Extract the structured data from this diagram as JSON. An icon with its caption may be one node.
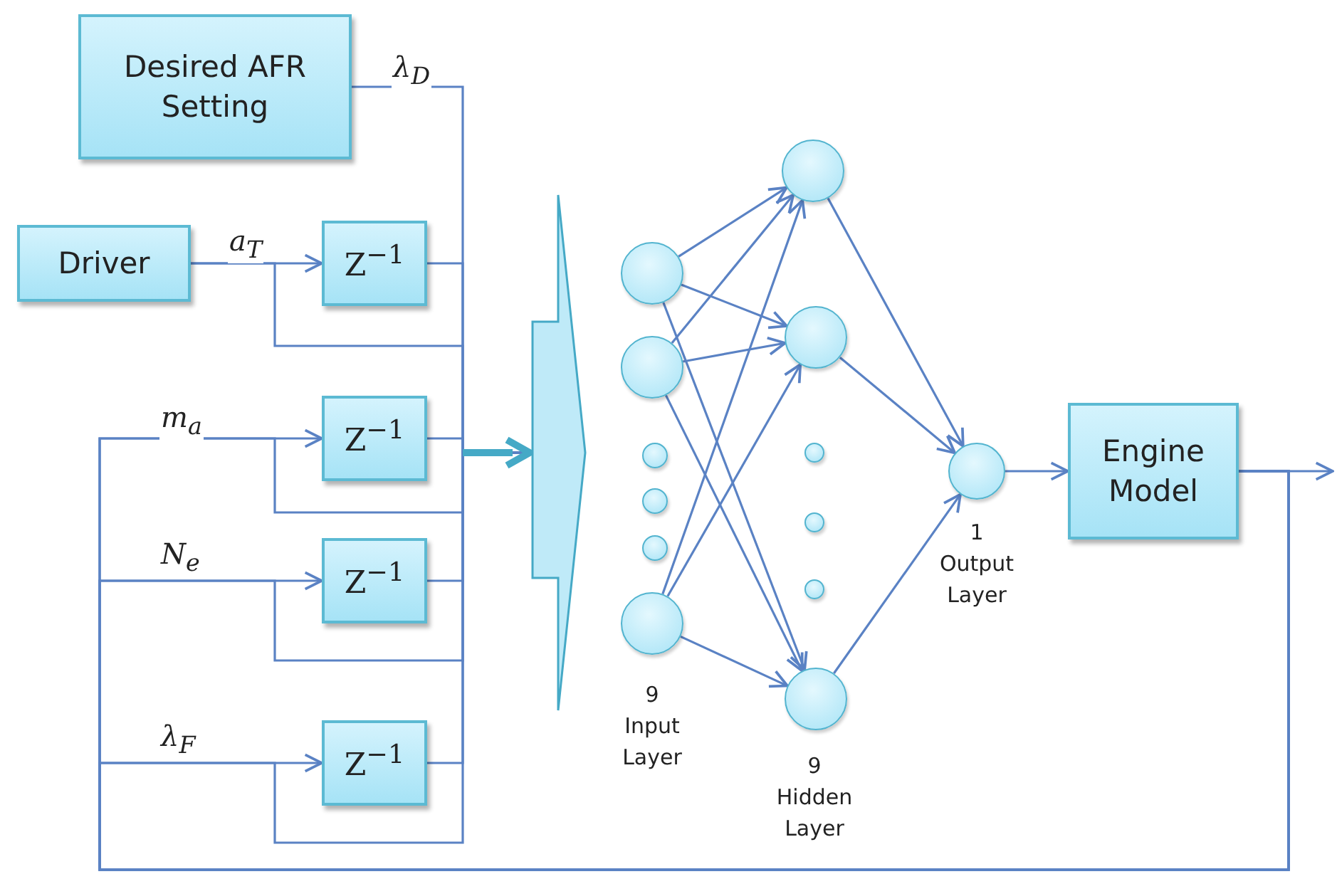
{
  "diagram": {
    "nodes": [
      {
        "text": [
          "Desired AFR Setting"
        ]
      },
      {
        "text": [
          "Driver"
        ]
      },
      {
        "text": [
          "Z$^{−1}$"
        ]
      },
      {
        "text": [
          "Z$^{−1}$"
        ]
      },
      {
        "text": [
          "Z$^{−1}$"
        ]
      },
      {
        "text": [
          "Z$^{−1}$"
        ]
      },
      {
        "text": [],
        "shape": "arrow"
      },
      {
        "text": [],
        "shape": "circle"
      },
      {
        "text": [],
        "shape": "circle"
      },
      {
        "text": [],
        "shape": "circle"
      },
      {
        "text": [],
        "shape": "circle"
      },
      {
        "text": [],
        "shape": "circle"
      },
      {
        "text": [],
        "shape": "circle"
      },
      {
        "text": [],
        "shape": "circle"
      },
      {
        "text": [],
        "shape": "circle"
      },
      {
        "text": [],
        "shape": "circle"
      },
      {
        "text": [],
        "shape": "circle"
      },
      {
        "text": [],
        "shape": "circle"
      },
      {
        "text": [],
        "shape": "circle"
      },
      {
        "text": [],
        "shape": "circle"
      },
      {
        "text": [
          "Engine Model"
        ]
      }
    ],
    "edges": [
      {
        "from": 0,
        "to": 6,
        "arrow": "to",
        "label": "λ$_{D}$"
      },
      {
        "from": 1,
        "to": 2,
        "arrow": "to",
        "label": "a$_{T}$"
      },
      {
        "from": 1,
        "to": 6,
        "arrow": "to"
      },
      {
        "from": 2,
        "to": 6,
        "arrow": "to"
      },
      {
        "from": 3,
        "to": 6,
        "arrow": "to"
      },
      {
        "from": 4,
        "to": 6,
        "arrow": "to"
      },
      {
        "from": 5,
        "to": 6,
        "arrow": "to"
      },
      {
        "from": 20,
        "to": 3,
        "arrow": "to",
        "label": "m$_{a}$"
      },
      {
        "from": 20,
        "to": 6,
        "arrow": "to"
      },
      {
        "from": 20,
        "to": 4,
        "arrow": "to",
        "label": "N$_{e}$"
      },
      {
        "from": 20,
        "to": 6,
        "arrow": "to"
      },
      {
        "from": 20,
        "to": 5,
        "arrow": "to",
        "label": "λ$_{F}$"
      },
      {
        "from": 20,
        "to": 6,
        "arrow": "to"
      },
      {
        "from": 7,
        "to": 13,
        "arrow": "to"
      },
      {
        "from": 7,
        "to": 14,
        "arrow": "to"
      },
      {
        "from": 7,
        "to": 18,
        "arrow": "to"
      },
      {
        "from": 8,
        "to": 13,
        "arrow": "to"
      },
      {
        "from": 8,
        "to": 14,
        "arrow": "to"
      },
      {
        "from": 8,
        "to": 18,
        "arrow": "to"
      },
      {
        "from": 12,
        "to": 13,
        "arrow": "to"
      },
      {
        "from": 12,
        "to": 14,
        "arrow": "to"
      },
      {
        "from": 12,
        "to": 18,
        "arrow": "to"
      },
      {
        "from": 13,
        "to": 19,
        "arrow": "to"
      },
      {
        "from": 14,
        "to": 19,
        "arrow": "to"
      },
      {
        "from": 18,
        "to": 19,
        "arrow": "to"
      },
      {
        "from": 19,
        "to": 20,
        "arrow": "to"
      },
      {
        "from": 20,
        "to": null,
        "arrow": "to"
      }
    ],
    "labels": [
      "9",
      "Input Layer",
      "9",
      "Hidden Layer",
      "1",
      "Output Layer"
    ]
  }
}
